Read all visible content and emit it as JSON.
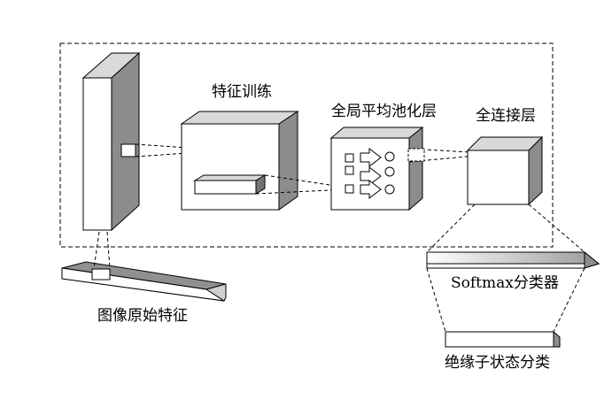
{
  "labels": {
    "feature_training": "特征训练",
    "global_avg_pool": "全局平均池化层",
    "fully_connected": "全连接层",
    "original_feature": "图像原始特征",
    "softmax": "Softmax分类器",
    "insulator_state": "绝缘子状态分类"
  },
  "colors": {
    "stroke": "#000000",
    "face_front": "#ffffff",
    "face_side": "#8c8c8c",
    "face_top": "#d9d9d9",
    "face_dark": "#737373"
  }
}
